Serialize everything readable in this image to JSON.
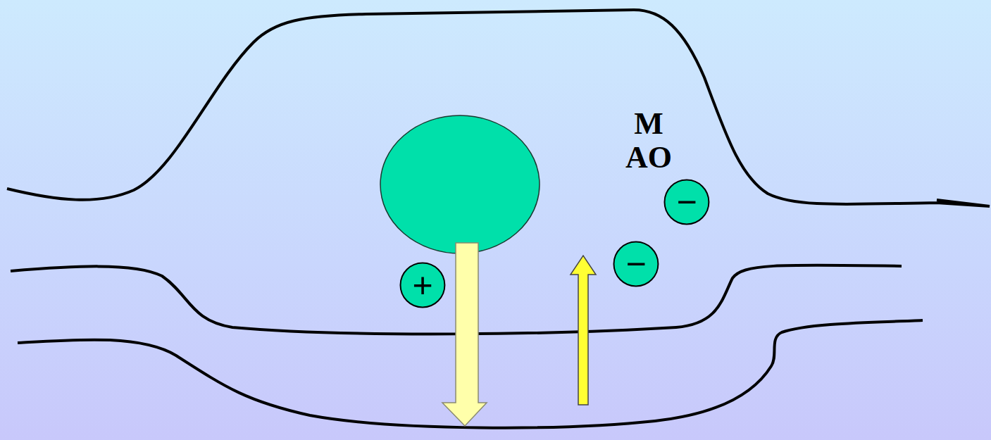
{
  "diagram": {
    "nodes": [
      {
        "text": [
          "−"
        ]
      },
      {
        "text": [
          "−"
        ]
      },
      {
        "text": [
          "+"
        ]
      }
    ],
    "labels": [
      "M AO"
    ]
  }
}
